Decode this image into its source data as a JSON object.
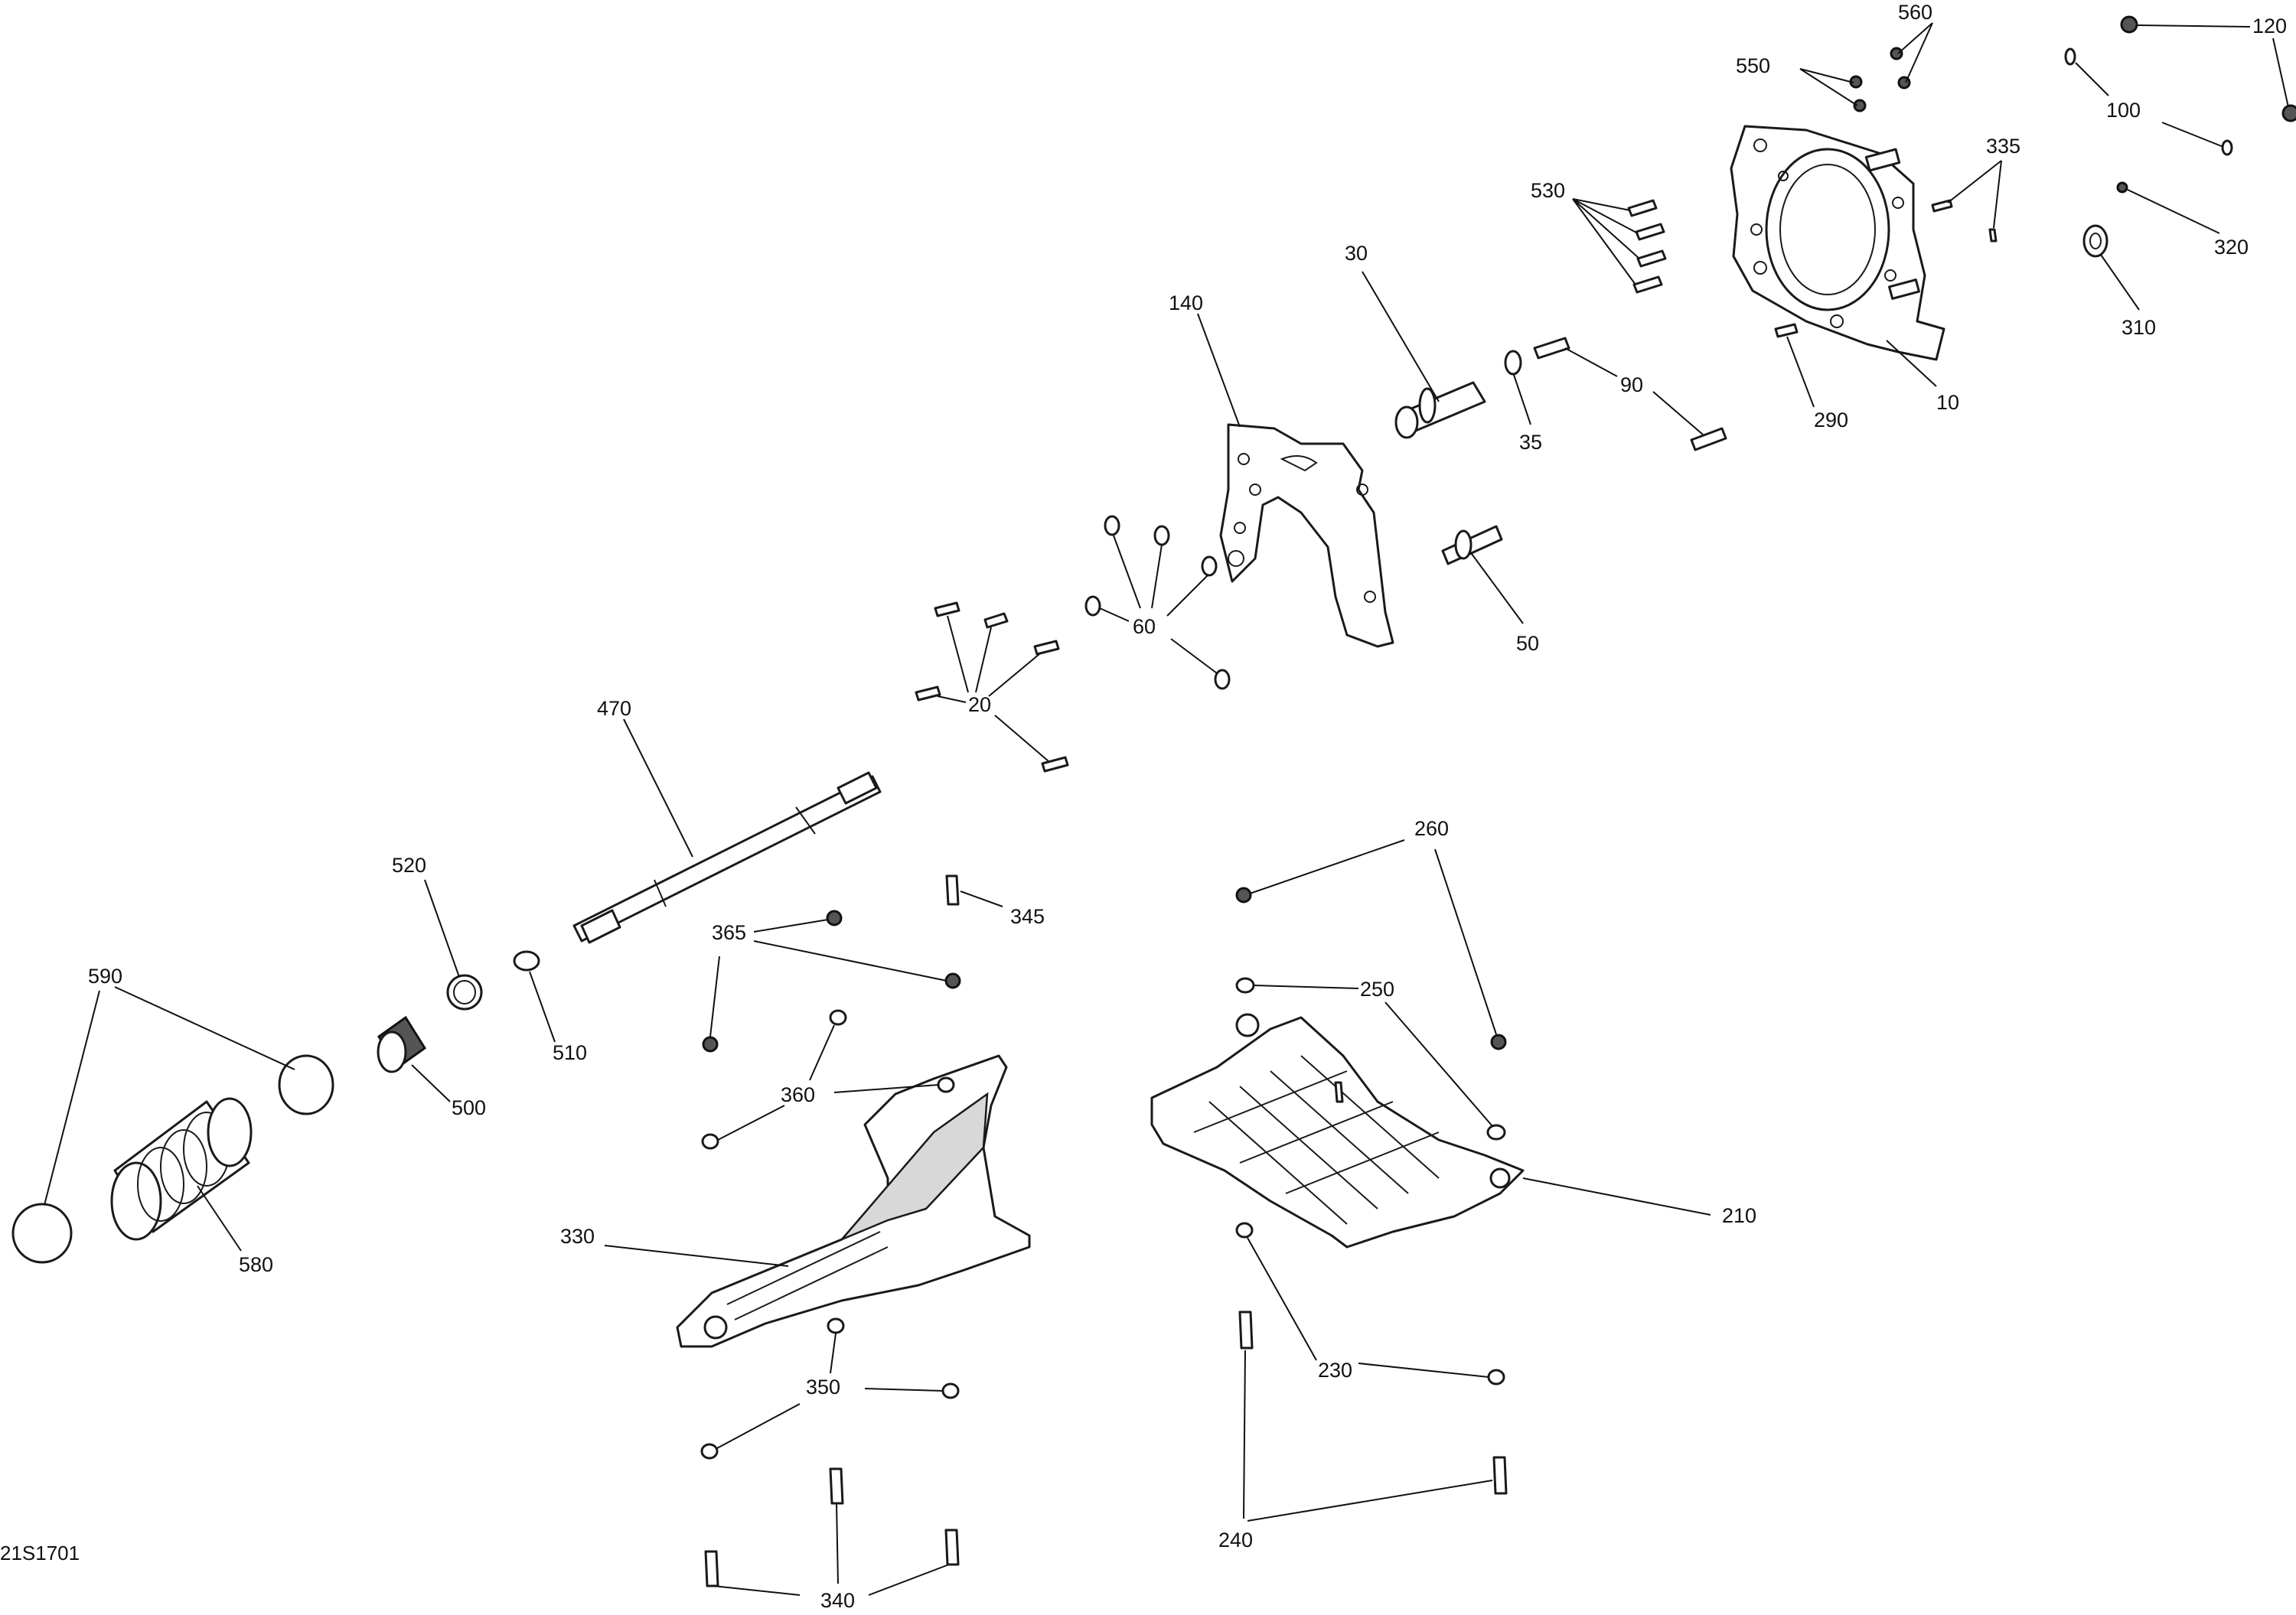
{
  "diagram_ref": "21S1701",
  "callouts": {
    "c10": "10",
    "c20": "20",
    "c30": "30",
    "c35": "35",
    "c50": "50",
    "c60": "60",
    "c90": "90",
    "c100": "100",
    "c120": "120",
    "c140": "140",
    "c210": "210",
    "c230": "230",
    "c240": "240",
    "c250": "250",
    "c260": "260",
    "c290": "290",
    "c310": "310",
    "c320": "320",
    "c330": "330",
    "c335": "335",
    "c340": "340",
    "c345": "345",
    "c350": "350",
    "c360": "360",
    "c365": "365",
    "c470": "470",
    "c500": "500",
    "c510": "510",
    "c520": "520",
    "c530": "530",
    "c550": "550",
    "c560": "560",
    "c580": "580",
    "c590": "590"
  }
}
